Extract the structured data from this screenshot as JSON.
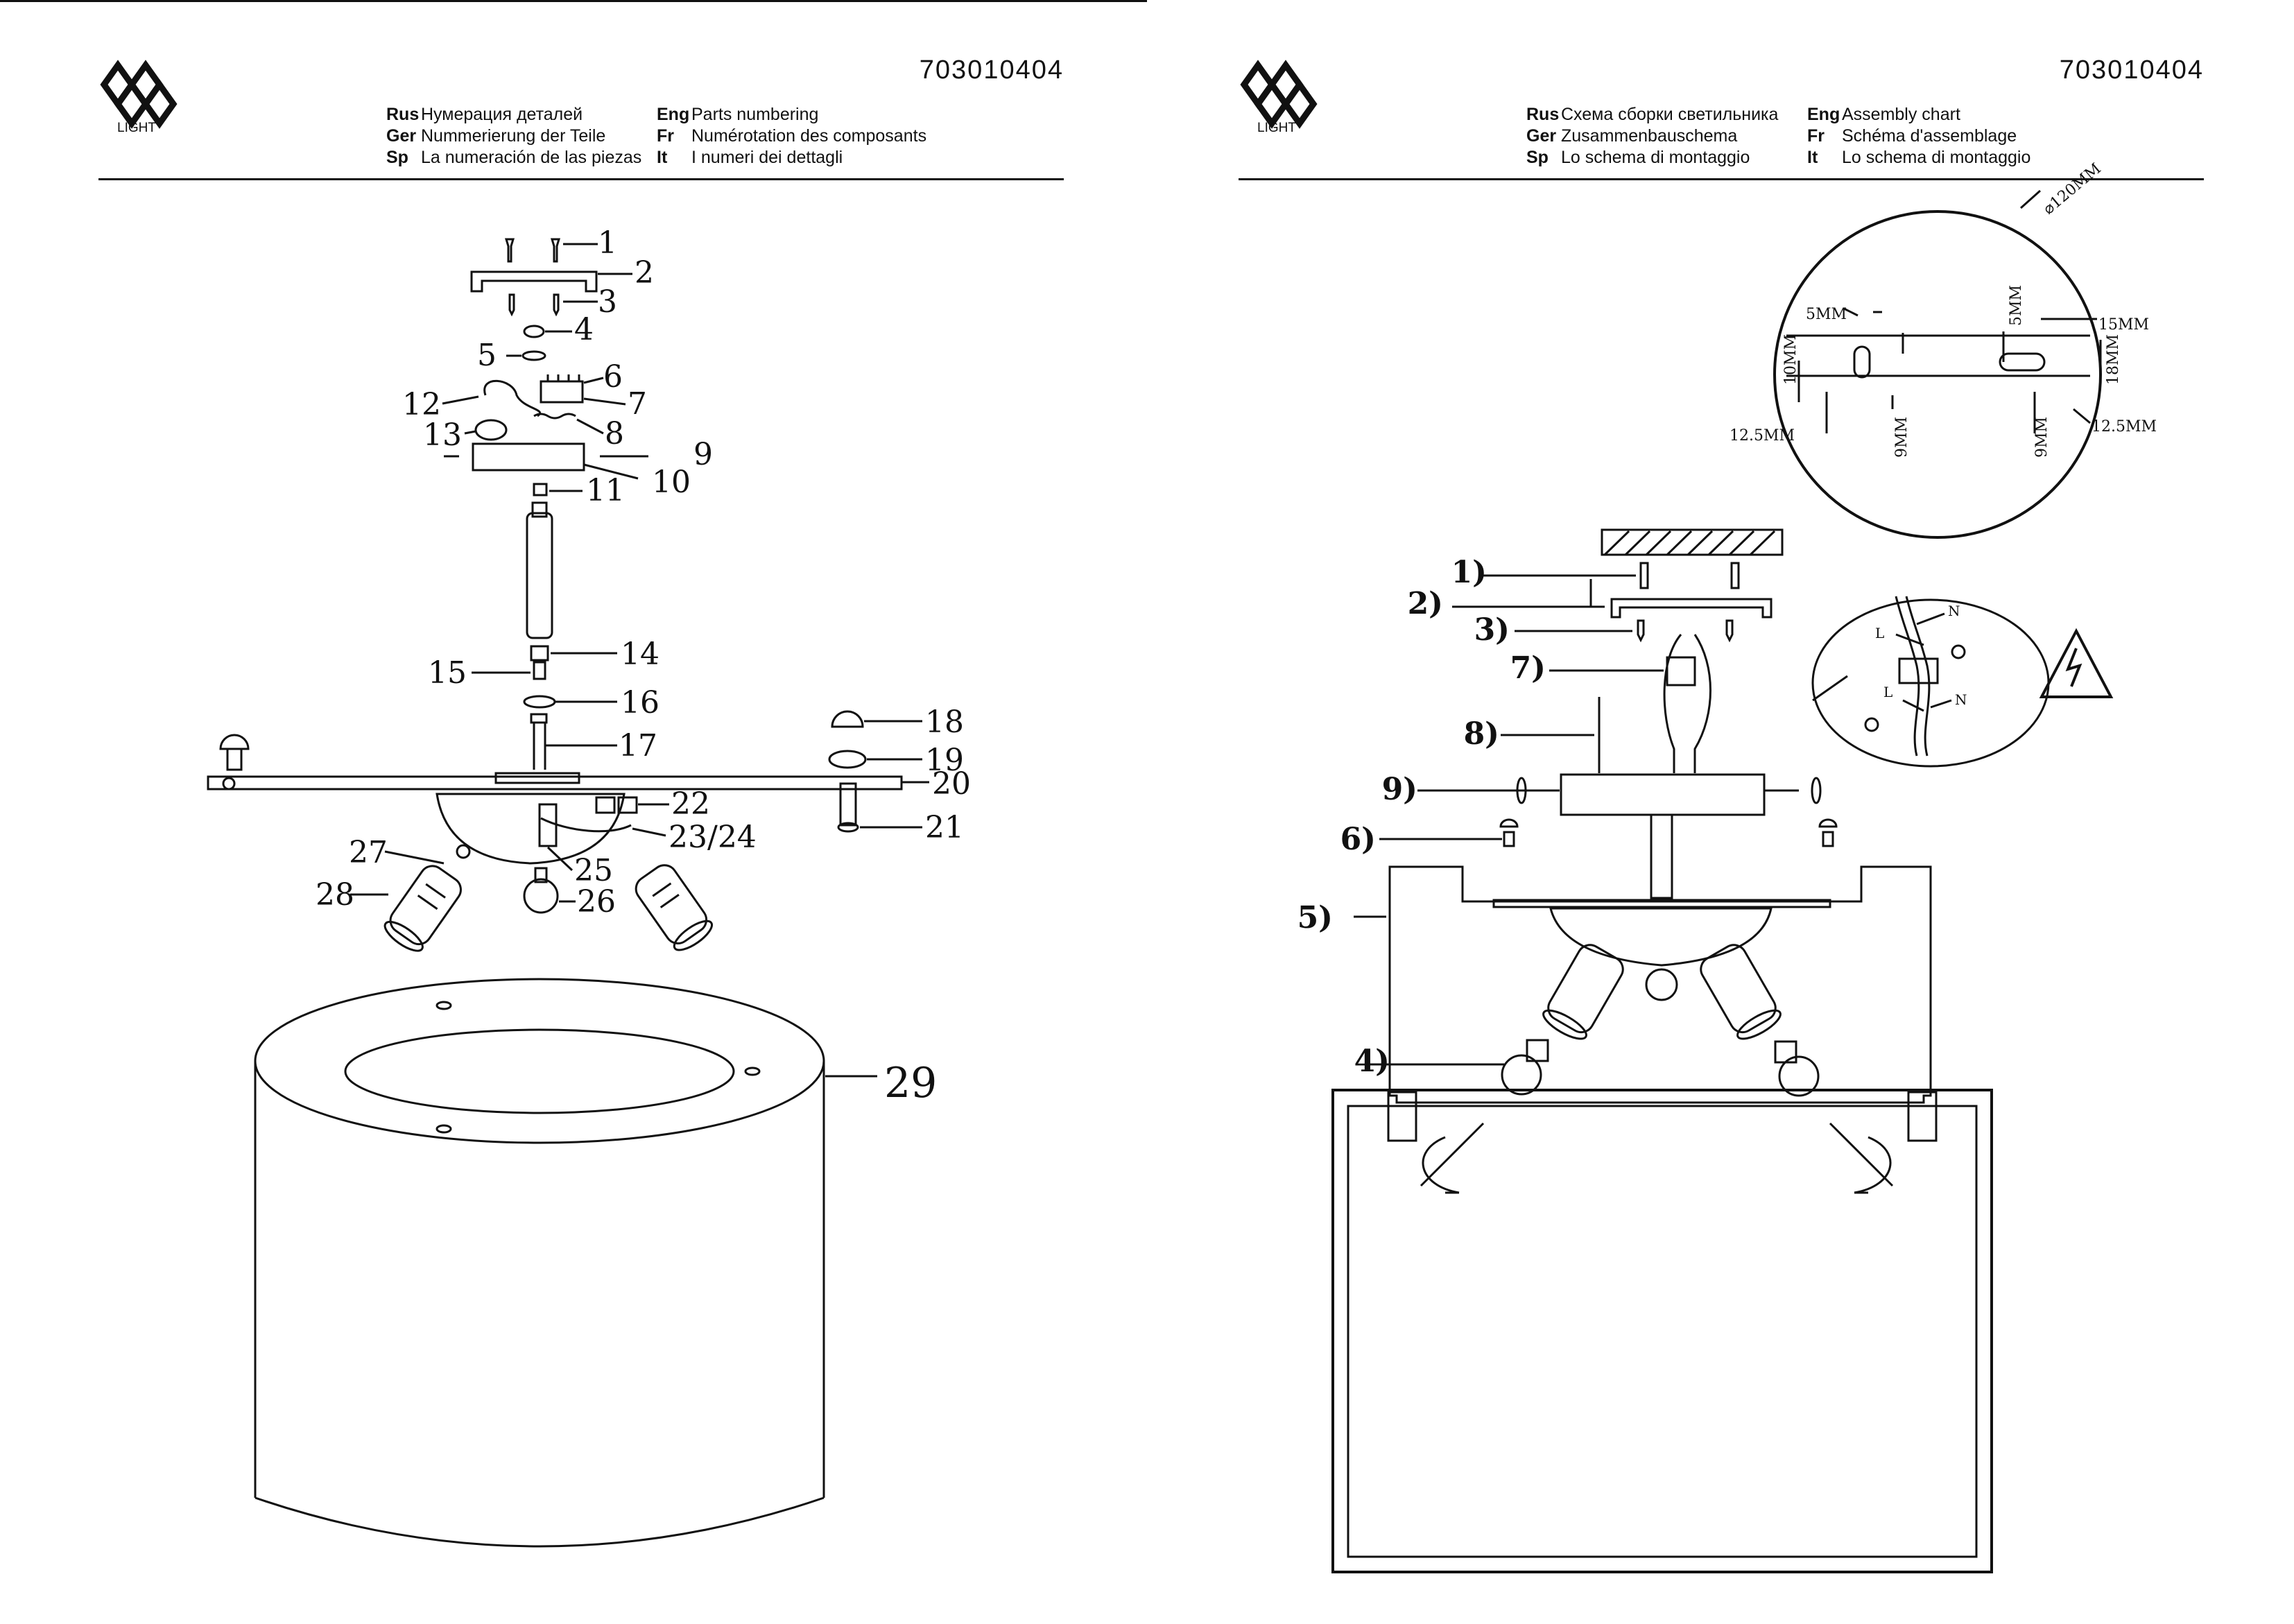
{
  "left_page": {
    "code": "703010404",
    "logo": {
      "text": "LIGHT"
    },
    "headings": [
      {
        "lang": "Rus",
        "text": "Нумерация деталей"
      },
      {
        "lang": "Ger",
        "text": "Nummerierung der Teile"
      },
      {
        "lang": "Sp",
        "text": "La numeración de las piezas"
      },
      {
        "lang": "Eng",
        "text": "Parts numbering"
      },
      {
        "lang": "Fr",
        "text": "Numérotation des composants"
      },
      {
        "lang": "It",
        "text": "I numeri dei dettagli"
      }
    ],
    "callouts": [
      "1",
      "2",
      "3",
      "4",
      "5",
      "6",
      "7",
      "8",
      "9",
      "10",
      "11",
      "12",
      "13",
      "14",
      "15",
      "16",
      "17",
      "18",
      "19",
      "20",
      "21",
      "22",
      "23/24",
      "25",
      "26",
      "27",
      "28",
      "29"
    ]
  },
  "right_page": {
    "code": "703010404",
    "logo": {
      "text": "LIGHT"
    },
    "headings": [
      {
        "lang": "Rus",
        "text": "Схема сборки светильника"
      },
      {
        "lang": "Ger",
        "text": "Zusammenbauschema"
      },
      {
        "lang": "Sp",
        "text": "Lo schema di montaggio"
      },
      {
        "lang": "Eng",
        "text": "Assembly chart"
      },
      {
        "lang": "Fr",
        "text": "Schéma d'assemblage"
      },
      {
        "lang": "It",
        "text": "Lo schema di montaggio"
      }
    ],
    "dimensions": {
      "diameter": "⌀120MM",
      "d5a": "5MM",
      "d5b": "5MM",
      "d15": "15MM",
      "d10": "10MM",
      "d18": "18MM",
      "d9a": "9MM",
      "d9b": "9MM",
      "d125a": "12.5MM",
      "d125b": "12.5MM"
    },
    "steps": [
      "1)",
      "2)",
      "3)",
      "4)",
      "5)",
      "6)",
      "7)",
      "8)",
      "9)"
    ],
    "wires": {
      "l1": "L",
      "n1": "N",
      "l2": "L",
      "n2": "N"
    }
  }
}
